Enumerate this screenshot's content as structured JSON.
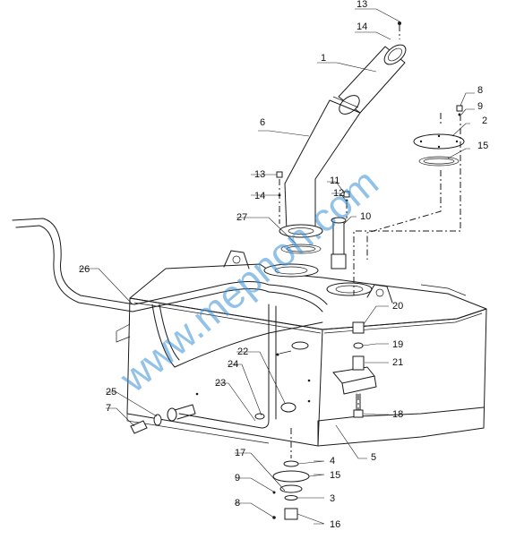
{
  "watermark": {
    "text": "www.mepnon.com",
    "color": "#3b8fd6"
  },
  "callouts": [
    "1",
    "2",
    "3",
    "4",
    "5",
    "6",
    "7",
    "8",
    "9",
    "10",
    "11",
    "12",
    "13",
    "14",
    "15",
    "16",
    "17",
    "18",
    "19",
    "20",
    "21",
    "22",
    "23",
    "24",
    "25",
    "26",
    "27"
  ],
  "labels": {
    "n13_top": "13",
    "n14_top": "14",
    "n1": "1",
    "n8_right": "8",
    "n9_right": "9",
    "n2": "2",
    "n15_right": "15",
    "n6": "6",
    "n13_mid": "13",
    "n14_mid": "14",
    "n11": "11",
    "n12": "12",
    "n10": "10",
    "n27": "27",
    "n26": "26",
    "n20": "20",
    "n19": "19",
    "n22": "22",
    "n24": "24",
    "n21": "21",
    "n23": "23",
    "n25": "25",
    "n7": "7",
    "n18": "18",
    "n17": "17",
    "n4": "4",
    "n15_bottom": "15",
    "n5": "5",
    "n9_bottom": "9",
    "n3": "3",
    "n8_bottom": "8",
    "n16": "16"
  }
}
